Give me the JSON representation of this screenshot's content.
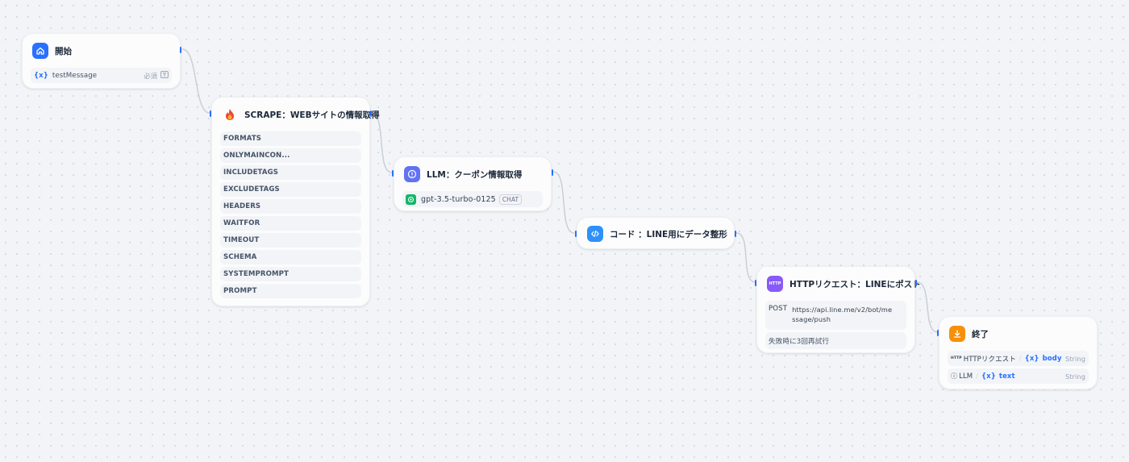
{
  "nodes": {
    "start": {
      "title": "開始",
      "variable_prefix": "{x}",
      "variable_name": "testMessage",
      "required_label": "必須",
      "type_icon": "text-box-icon"
    },
    "scrape": {
      "title": "SCRAPE：WEBサイトの情報取得",
      "icon": "fire-icon",
      "params": [
        "FORMATS",
        "ONLYMAINCON...",
        "INCLUDETAGS",
        "EXCLUDETAGS",
        "HEADERS",
        "WAITFOR",
        "TIMEOUT",
        "SCHEMA",
        "SYSTEMPROMPT",
        "PROMPT"
      ]
    },
    "llm": {
      "title": "LLM：クーポン情報取得",
      "model": "gpt-3.5-turbo-0125",
      "model_tag": "CHAT"
    },
    "code": {
      "title": "コード ：LINE用にデータ整形"
    },
    "http": {
      "title": "HTTPリクエスト：LINEにポスト",
      "icon_text": "HTTP",
      "method": "POST",
      "url": "https://api.line.me/v2/bot/message/push",
      "retry": "失敗時に3回再試行"
    },
    "end": {
      "title": "終了",
      "outputs": [
        {
          "source_icon": "HTTP",
          "source": "HTTPリクエスト",
          "prefix": "{x}",
          "var": "body",
          "type": "String"
        },
        {
          "source_icon": "ⓘ",
          "source": "LLM",
          "prefix": "{x}",
          "var": "text",
          "type": "String"
        }
      ]
    }
  },
  "colors": {
    "accent": "#2970ff",
    "start_icon_bg": "#2970ff",
    "llm_icon_bg": "#6172f3",
    "code_icon_bg": "#2e90fa",
    "http_icon_bg": "#875bf7",
    "end_icon_bg": "#f79009",
    "model_icon_bg": "#12b76a",
    "edge": "#c9cfd8"
  }
}
